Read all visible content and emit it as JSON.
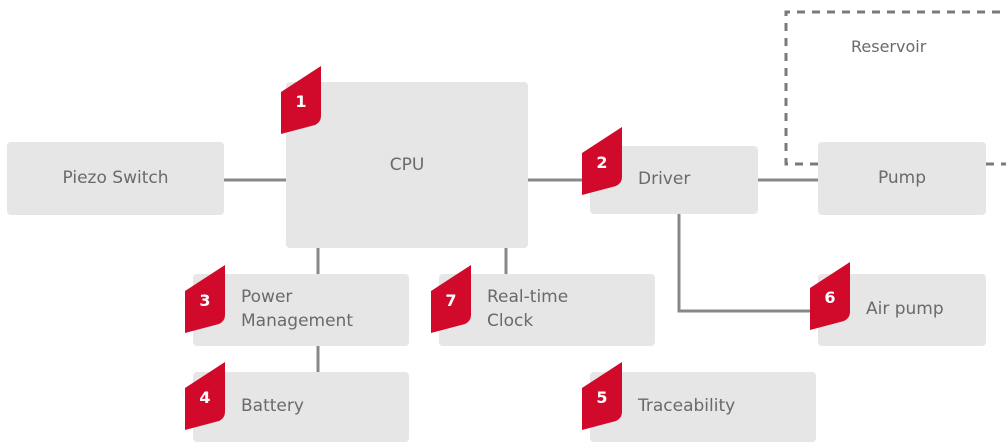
{
  "colors": {
    "box_fill": "#e6e6e6",
    "badge_red": "#d10a2c",
    "wire": "#888888",
    "dashed": "#7a7a7a"
  },
  "nodes": {
    "piezo_switch": "Piezo Switch",
    "cpu": "CPU",
    "driver": "Driver",
    "pump": "Pump",
    "power_management": "Power\nManagement",
    "real_time_clock": "Real-time\nClock",
    "air_pump": "Air pump",
    "battery": "Battery",
    "traceability": "Traceability",
    "reservoir": "Reservoir"
  },
  "badges": {
    "cpu": "1",
    "driver": "2",
    "power_management": "3",
    "battery": "4",
    "traceability": "5",
    "air_pump": "6",
    "real_time_clock": "7"
  }
}
